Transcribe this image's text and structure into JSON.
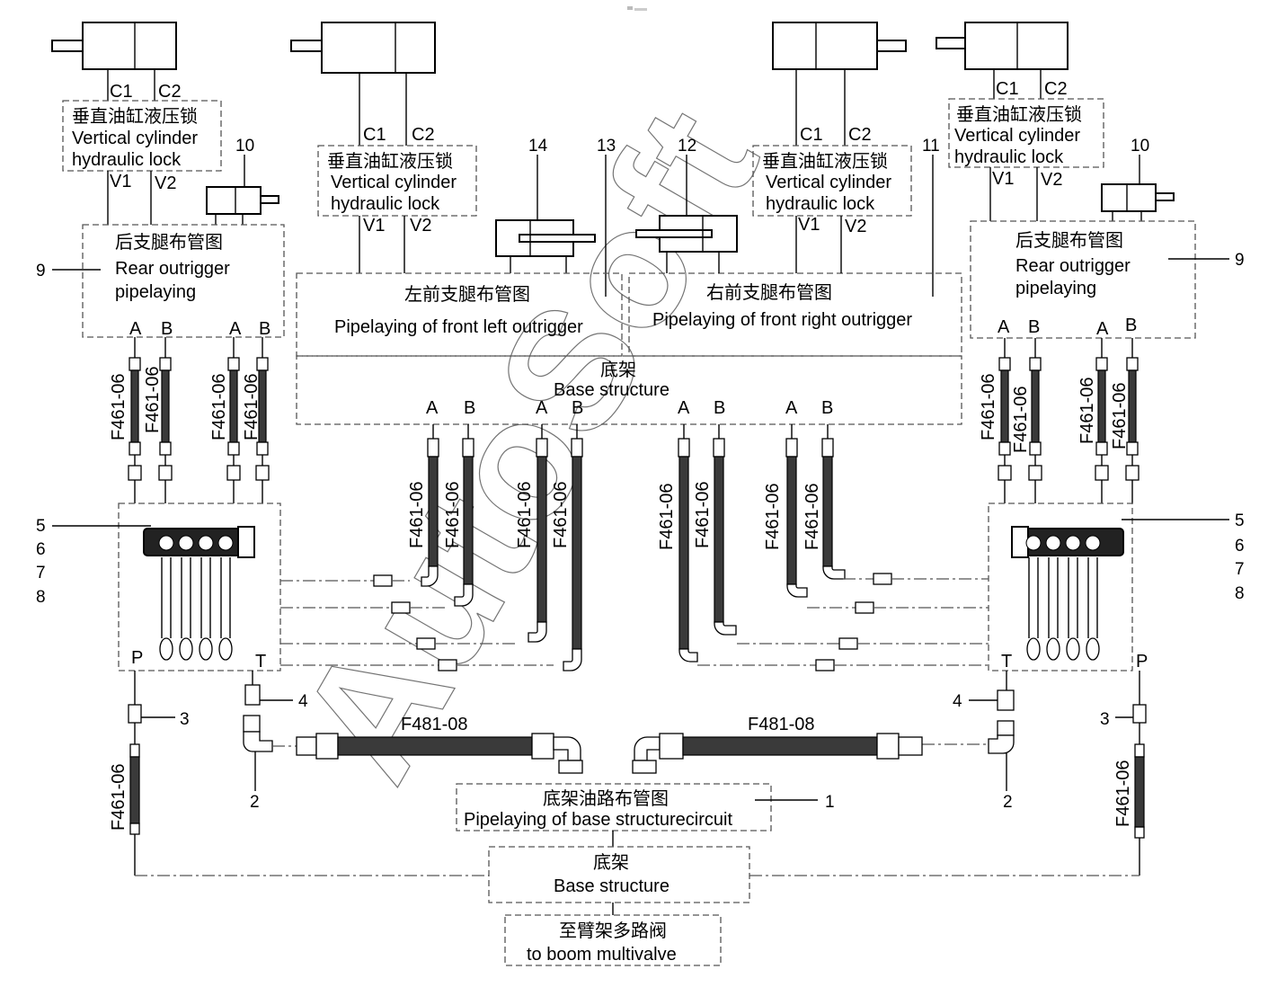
{
  "cylinder_lock": {
    "cn": "垂直油缸液压锁",
    "en1": "Vertical cylinder",
    "en2": "hydraulic lock"
  },
  "ports": {
    "c1": "C1",
    "c2": "C2",
    "v1": "V1",
    "v2": "V2",
    "a": "A",
    "b": "B",
    "p": "P",
    "t": "T"
  },
  "rear_outrigger": {
    "cn": "后支腿布管图",
    "en1": "Rear outrigger",
    "en2": "pipelaying"
  },
  "front_left": {
    "cn": "左前支腿布管图",
    "en": "Pipelaying of front left outrigger"
  },
  "front_right": {
    "cn": "右前支腿布管图",
    "en": "Pipelaying of front right outrigger"
  },
  "base_structure": {
    "cn": "底架",
    "en": "Base structure"
  },
  "base_circuit": {
    "cn": "底架油路布管图",
    "en": "Pipelaying of base structurecircuit"
  },
  "boom": {
    "cn": "至臂架多路阀",
    "en": "to boom multivalve"
  },
  "hose_small": "F461-06",
  "hose_large": "F481-08",
  "callouts": {
    "n1": "1",
    "n2": "2",
    "n3": "3",
    "n4": "4",
    "n5": "5",
    "n6": "6",
    "n7": "7",
    "n8": "8",
    "n9": "9",
    "n10": "10",
    "n11": "11",
    "n12": "12",
    "n13": "13",
    "n14": "14"
  },
  "watermark": "AutoSoft"
}
